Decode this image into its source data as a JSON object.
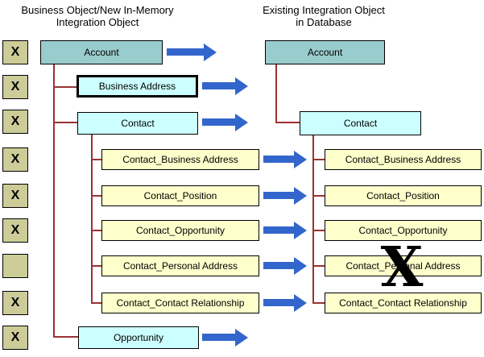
{
  "titles": {
    "left": {
      "line1": "Business Object/New In-Memory",
      "line2": "Integration Object"
    },
    "right": {
      "line1": "Existing Integration Object",
      "line2": "in Database"
    }
  },
  "left_column": {
    "account": "Account",
    "business_address": "Business Address",
    "contact": "Contact",
    "contact_children": [
      "Contact_Business Address",
      "Contact_Position",
      "Contact_Opportunity",
      "Contact_Personal Address",
      "Contact_Contact Relationship"
    ],
    "opportunity": "Opportunity"
  },
  "right_column": {
    "account": "Account",
    "contact": "Contact",
    "contact_children": [
      "Contact_Business Address",
      "Contact_Position",
      "Contact_Opportunity",
      "Contact_Personal Address",
      "Contact_Contact Relationship"
    ],
    "crossed_out_node": "Contact_Personal Address"
  },
  "marks": {
    "x_glyph": "X",
    "big_x_glyph": "X",
    "rows_checked": [
      true,
      true,
      true,
      true,
      true,
      true,
      false,
      true,
      true
    ]
  },
  "colors": {
    "header_fill": "#99CCCC",
    "component_fill": "#CCFFFF",
    "child_fill": "#FFFFCC",
    "marker_fill": "#CCCC99",
    "connector_line": "#993333",
    "arrow_blue": "#3366CC"
  }
}
